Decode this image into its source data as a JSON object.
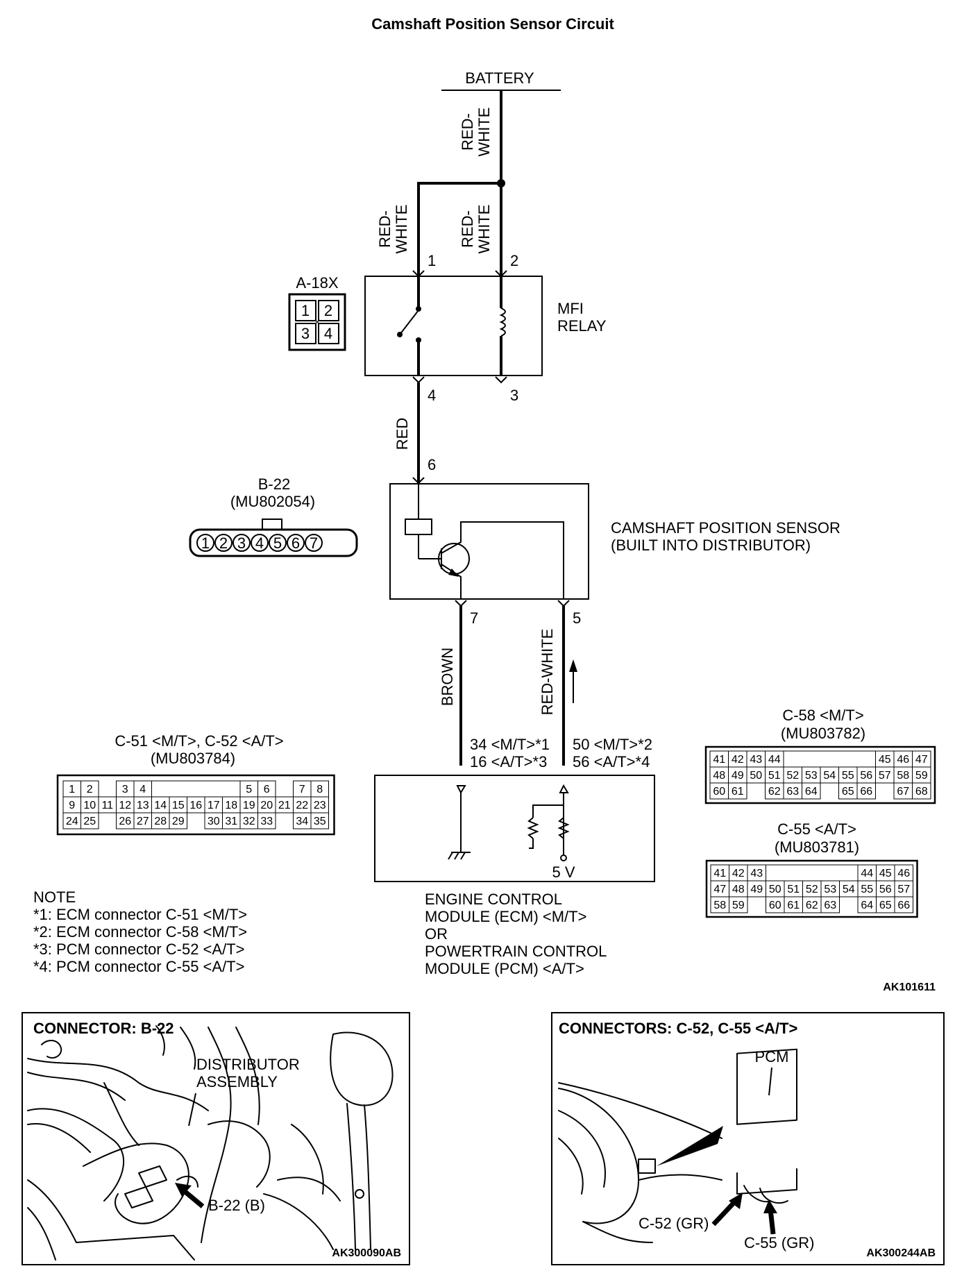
{
  "title": "Camshaft Position Sensor Circuit",
  "battery": {
    "label": "BATTERY"
  },
  "wires": {
    "battery_to_relay": "RED-\nWHITE",
    "relay_pin1": "RED-\nWHITE",
    "relay_pin2": "RED-\nWHITE",
    "relay_to_sensor": "RED",
    "sensor_ground": "BROWN",
    "sensor_signal": "RED-WHITE"
  },
  "relay": {
    "label": "MFI\nRELAY",
    "pins": {
      "p1": "1",
      "p2": "2",
      "p3": "3",
      "p4": "4"
    },
    "connector": {
      "id": "A-18X",
      "cells": [
        "1",
        "2",
        "3",
        "4"
      ]
    }
  },
  "sensor": {
    "label": "CAMSHAFT POSITION SENSOR\n(BUILT INTO DISTRIBUTOR)",
    "pins": {
      "p5": "5",
      "p6": "6",
      "p7": "7"
    },
    "connector": {
      "id": "B-22",
      "part": "(MU802054)",
      "cells": [
        "1",
        "2",
        "3",
        "4",
        "5",
        "6",
        "7"
      ]
    }
  },
  "ecm": {
    "label": "ENGINE CONTROL\nMODULE (ECM) <M/T>\nOR\nPOWERTRAIN CONTROL\nMODULE (PCM) <A/T>",
    "left_pins": "34 <M/T>*1\n16 <A/T>*3",
    "right_pins": "50 <M/T>*2\n56 <A/T>*4",
    "voltage": "5 V"
  },
  "connector_c51": {
    "label": "C-51 <M/T>, C-52 <A/T>",
    "part": "(MU803784)",
    "rows": [
      [
        "1",
        "2",
        "",
        "3",
        "4",
        "",
        "",
        "",
        "",
        "",
        "5",
        "6",
        "",
        "7",
        "8"
      ],
      [
        "9",
        "10",
        "11",
        "12",
        "13",
        "14",
        "15",
        "16",
        "17",
        "18",
        "19",
        "20",
        "21",
        "22",
        "23"
      ],
      [
        "24",
        "25",
        "",
        "26",
        "27",
        "28",
        "29",
        "",
        "30",
        "31",
        "32",
        "33",
        "",
        "34",
        "35"
      ]
    ]
  },
  "connector_c58": {
    "label": "C-58 <M/T>",
    "part": "(MU803782)",
    "rows": [
      [
        "41",
        "42",
        "43",
        "44",
        "",
        "",
        "",
        "",
        "",
        "45",
        "46",
        "47"
      ],
      [
        "48",
        "49",
        "50",
        "51",
        "52",
        "53",
        "54",
        "55",
        "56",
        "57",
        "58",
        "59"
      ],
      [
        "60",
        "61",
        "",
        "62",
        "63",
        "64",
        "",
        "65",
        "66",
        "",
        "67",
        "68"
      ]
    ]
  },
  "connector_c55": {
    "label": "C-55 <A/T>",
    "part": "(MU803781)",
    "rows": [
      [
        "41",
        "42",
        "43",
        "",
        "",
        "",
        "",
        "",
        "44",
        "45",
        "46"
      ],
      [
        "47",
        "48",
        "49",
        "50",
        "51",
        "52",
        "53",
        "54",
        "55",
        "56",
        "57"
      ],
      [
        "58",
        "59",
        "",
        "60",
        "61",
        "62",
        "63",
        "",
        "64",
        "65",
        "66"
      ]
    ]
  },
  "notes": {
    "heading": "NOTE",
    "items": [
      "*1: ECM connector C-51 <M/T>",
      "*2: ECM connector C-58 <M/T>",
      "*3: PCM connector C-52 <A/T>",
      "*4: PCM connector C-55 <A/T>"
    ]
  },
  "figure_code": "AK101611",
  "panel_left": {
    "title": "CONNECTOR: B-22",
    "callout_assembly": "DISTRIBUTOR\nASSEMBLY",
    "callout_connector": "B-22 (B)",
    "code": "AK300090AB"
  },
  "panel_right": {
    "title": "CONNECTORS: C-52, C-55 <A/T>",
    "callout_pcm": "PCM",
    "callout_c52": "C-52 (GR)",
    "callout_c55": "C-55 (GR)",
    "code": "AK300244AB"
  }
}
